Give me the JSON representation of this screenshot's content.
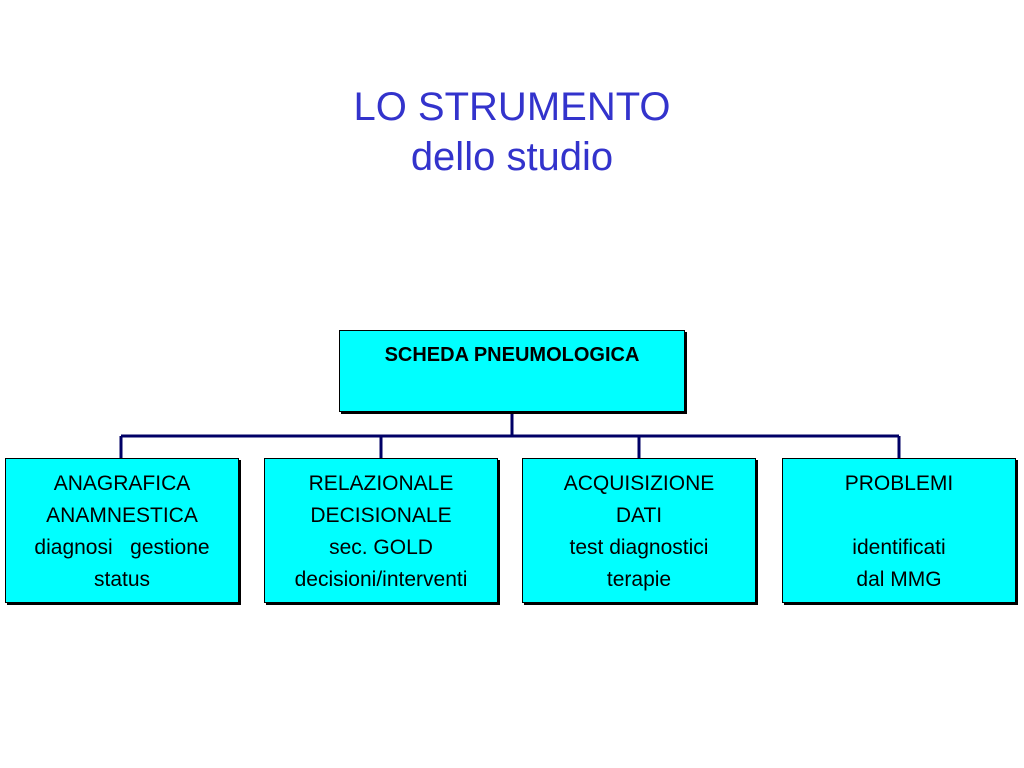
{
  "slide": {
    "title_line1": "LO STRUMENTO",
    "title_line2": "dello studio"
  },
  "colors": {
    "title": "#3333cc",
    "box_fill": "#00ffff",
    "connector": "#000066",
    "border": "#000000"
  },
  "chart": {
    "root": {
      "label": "SCHEDA PNEUMOLOGICA"
    },
    "children": [
      {
        "lines": [
          "ANAGRAFICA",
          "ANAMNESTICA",
          "diagnosi   gestione",
          "status"
        ]
      },
      {
        "lines": [
          "RELAZIONALE",
          "DECISIONALE",
          "sec. GOLD",
          "decisioni/interventi"
        ]
      },
      {
        "lines": [
          "ACQUISIZIONE",
          "DATI",
          "test diagnostici",
          "terapie"
        ]
      },
      {
        "lines": [
          "PROBLEMI",
          "",
          "identificati",
          "dal MMG"
        ]
      }
    ]
  }
}
